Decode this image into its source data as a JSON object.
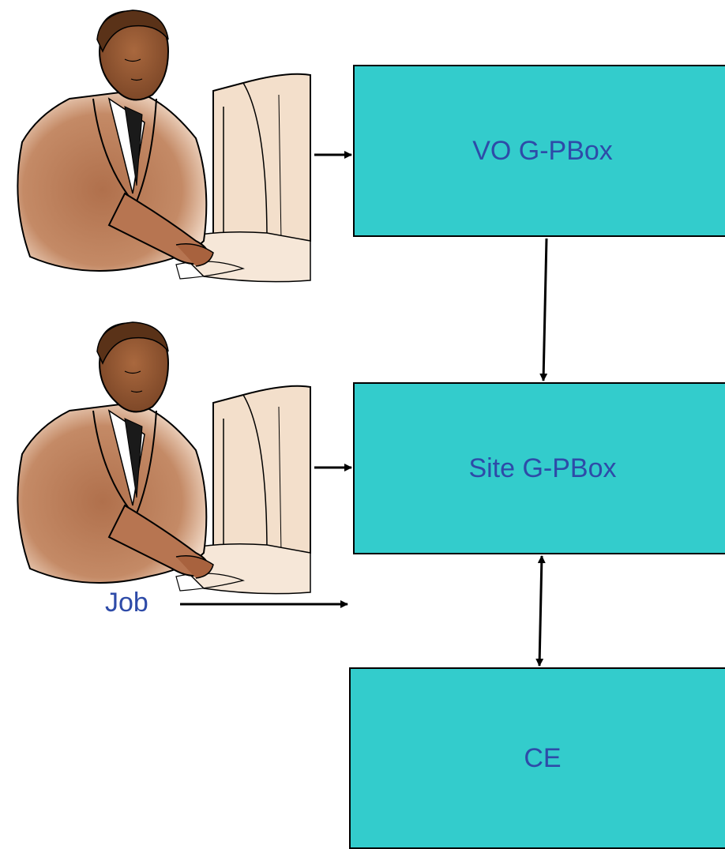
{
  "diagram": {
    "boxes": {
      "vo_gpbox": {
        "label": "VO G-PBox"
      },
      "site_gpbox": {
        "label": "Site G-PBox"
      },
      "ce": {
        "label": "CE"
      }
    },
    "inputs": {
      "job": {
        "label": "Job"
      }
    },
    "clipart": [
      {
        "icon": "person-at-computer-icon"
      },
      {
        "icon": "person-at-computer-icon"
      }
    ],
    "colors": {
      "box_fill": "#33CCCC",
      "text": "#2E4BA8",
      "line": "#000000",
      "clipart_skin": "#C08060",
      "clipart_monitor": "#F0DCC8"
    }
  }
}
